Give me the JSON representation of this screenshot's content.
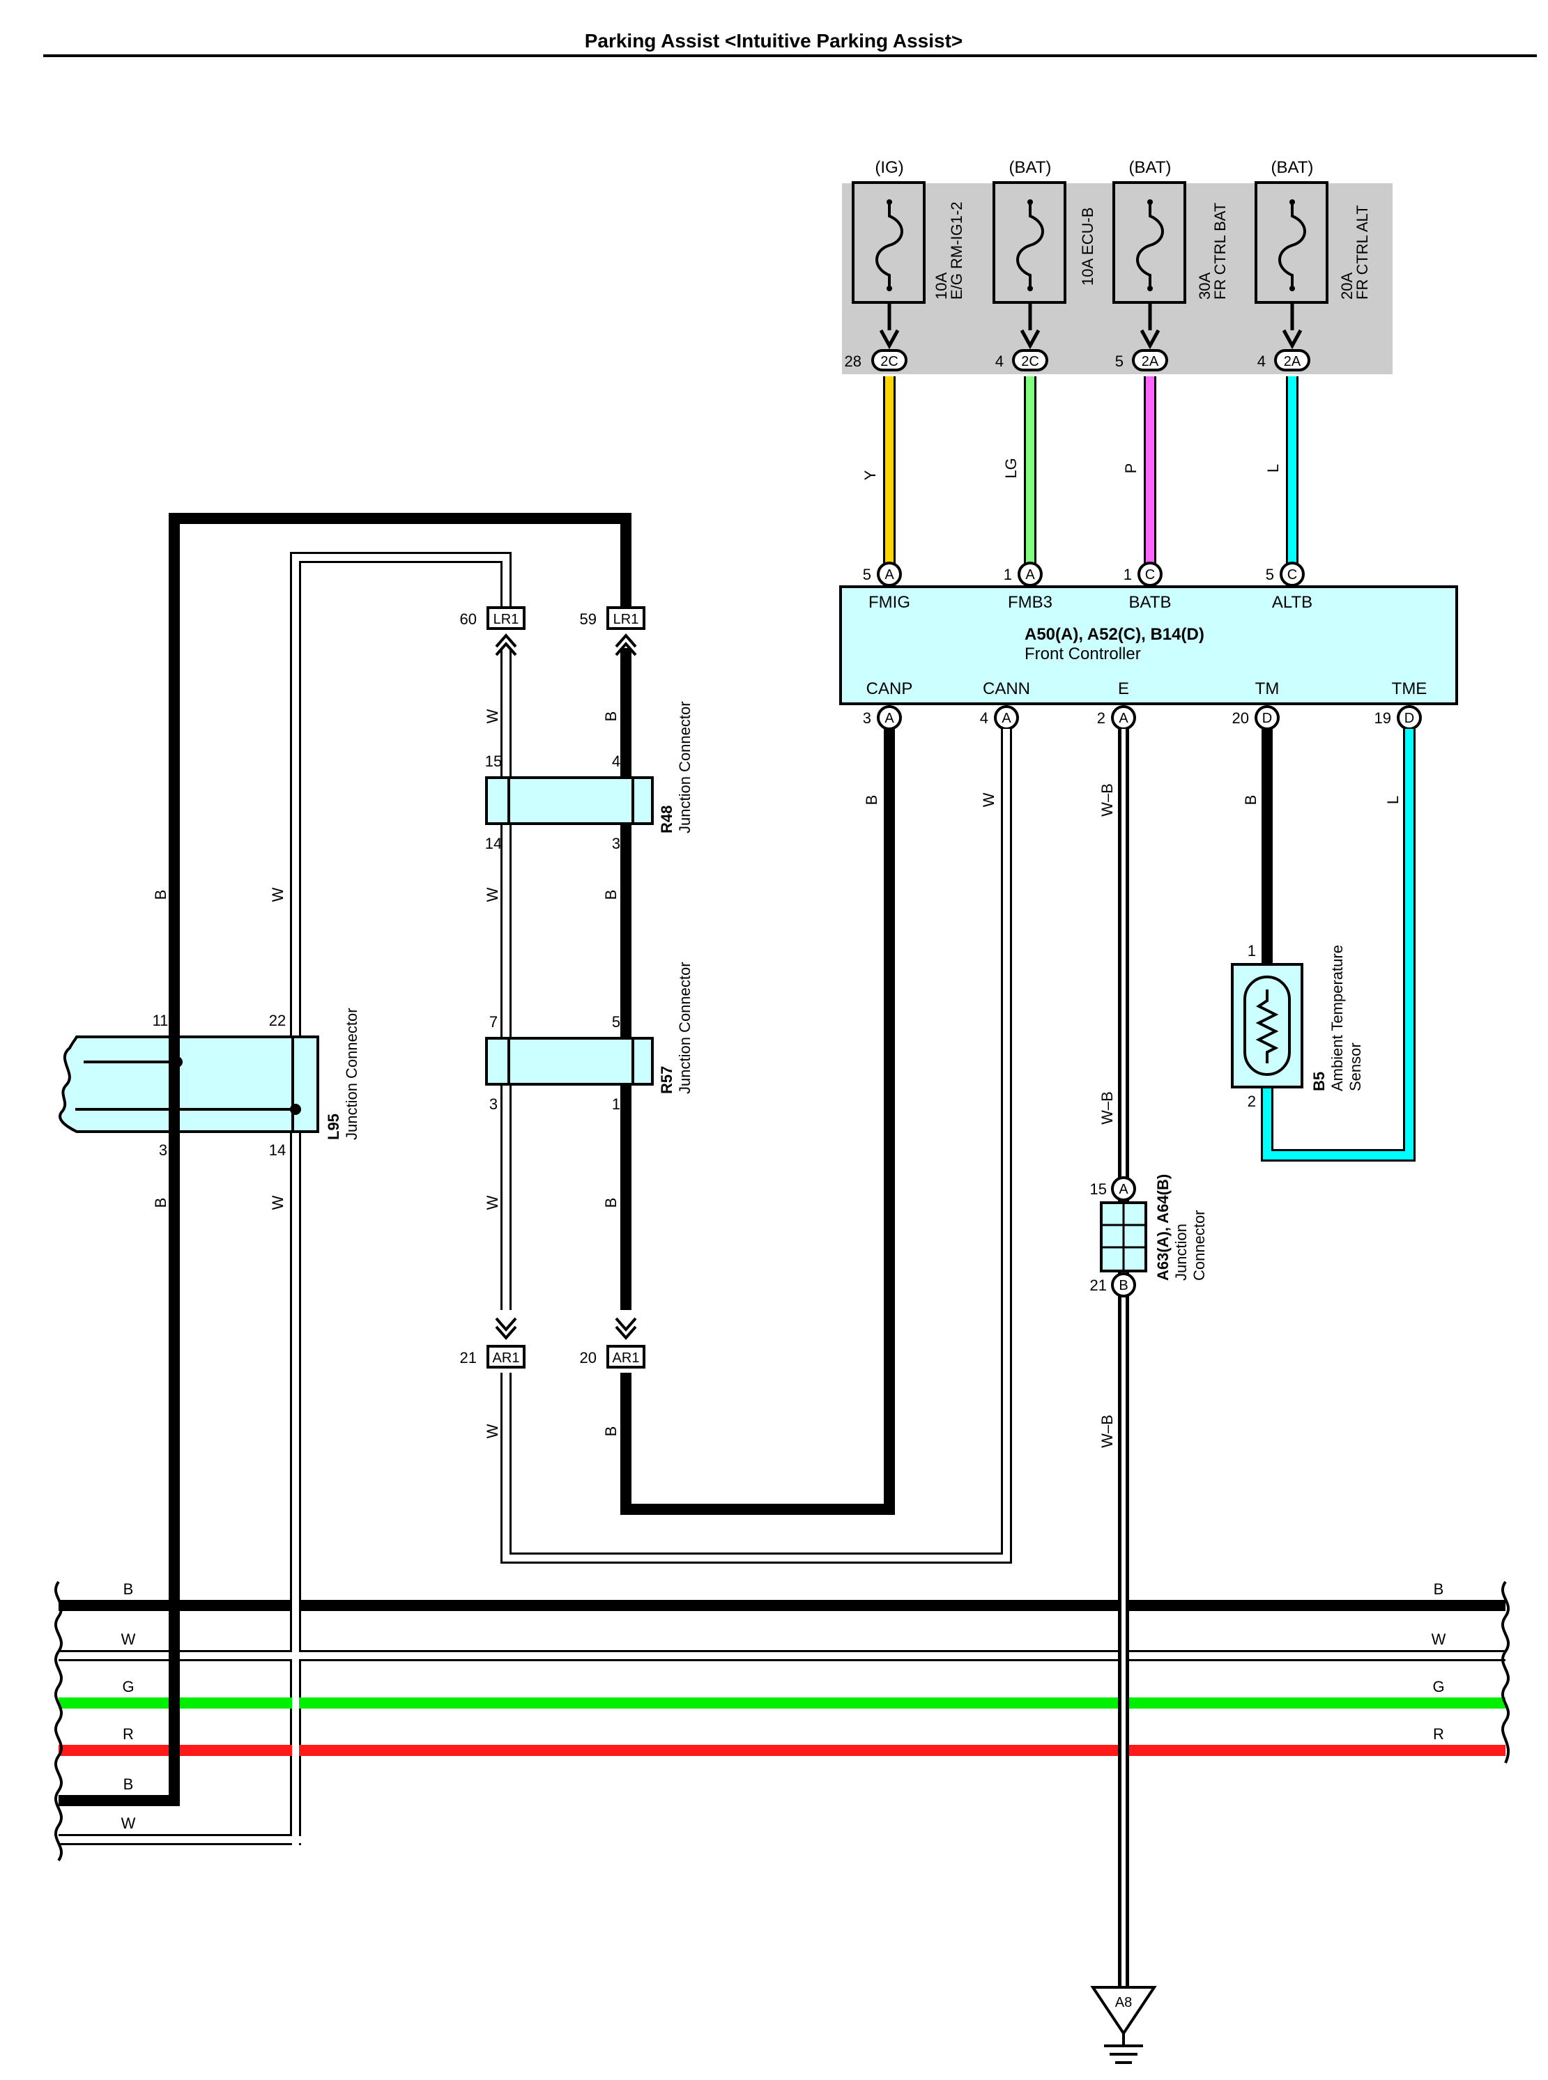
{
  "title": "Parking Assist <Intuitive Parking Assist>",
  "colors": {
    "B": "#000000",
    "W": "#ffffff",
    "Y": "#ffd500",
    "LG": "#80ff80",
    "P": "#ff66ff",
    "L": "#00ffff",
    "G": "#00ee00",
    "R": "#ff1a1a",
    "fuse_box": "#cccccc",
    "component": "#ccffff"
  },
  "fuses": [
    {
      "source": "(IG)",
      "rating": "10A",
      "name": "E/G RM-IG1-2",
      "pin": "28",
      "connector": "2C",
      "wire": "Y"
    },
    {
      "source": "(BAT)",
      "rating": "10A",
      "name": "ECU-B",
      "pin": "4",
      "connector": "2C",
      "wire": "LG"
    },
    {
      "source": "(BAT)",
      "rating": "30A",
      "name": "FR CTRL BAT",
      "pin": "5",
      "connector": "2A",
      "wire": "P"
    },
    {
      "source": "(BAT)",
      "rating": "20A",
      "name": "FR CTRL ALT",
      "pin": "4",
      "connector": "2A",
      "wire": "L"
    }
  ],
  "front_controller": {
    "code": "A50(A), A52(C), B14(D)",
    "name": "Front Controller",
    "top_pins": [
      {
        "pin": "5",
        "conn": "A",
        "label": "FMIG"
      },
      {
        "pin": "1",
        "conn": "A",
        "label": "FMB3"
      },
      {
        "pin": "1",
        "conn": "C",
        "label": "BATB"
      },
      {
        "pin": "5",
        "conn": "C",
        "label": "ALTB"
      }
    ],
    "bottom_pins": [
      {
        "pin": "3",
        "conn": "A",
        "label": "CANP",
        "wire": "B"
      },
      {
        "pin": "4",
        "conn": "A",
        "label": "CANN",
        "wire": "W"
      },
      {
        "pin": "2",
        "conn": "A",
        "label": "E",
        "wire": "W-B"
      },
      {
        "pin": "20",
        "conn": "D",
        "label": "TM",
        "wire": "B"
      },
      {
        "pin": "19",
        "conn": "D",
        "label": "TME",
        "wire": "L"
      }
    ]
  },
  "connectors": {
    "lr1_left": {
      "pin": "60",
      "name": "LR1"
    },
    "lr1_right": {
      "pin": "59",
      "name": "LR1"
    },
    "ar1_left": {
      "pin": "21",
      "name": "AR1"
    },
    "ar1_right": {
      "pin": "20",
      "name": "AR1"
    }
  },
  "junctions": {
    "r48": {
      "code": "R48",
      "name": "Junction Connector",
      "pins": [
        "15",
        "4",
        "14",
        "3"
      ]
    },
    "r57": {
      "code": "R57",
      "name": "Junction Connector",
      "pins": [
        "7",
        "5",
        "3",
        "1"
      ]
    },
    "l95": {
      "code": "L95",
      "name": "Junction Connector",
      "pins": [
        "11",
        "22",
        "3",
        "14"
      ]
    },
    "a63": {
      "code": "A63(A), A64(B)",
      "name1": "Junction",
      "name2": "Connector",
      "pin_top": "15",
      "conn_top": "A",
      "pin_bottom": "21",
      "conn_bottom": "B"
    }
  },
  "sensor": {
    "code": "B5",
    "name1": "Ambient Temperature",
    "name2": "Sensor",
    "pin_top": "1",
    "pin_bottom": "2"
  },
  "ground": {
    "label": "A8"
  },
  "wire_labels": {
    "B": "B",
    "W": "W",
    "WB": "W–B",
    "G": "G",
    "R": "R",
    "L": "L"
  },
  "bus_labels": [
    "B",
    "W",
    "G",
    "R",
    "B",
    "W"
  ]
}
